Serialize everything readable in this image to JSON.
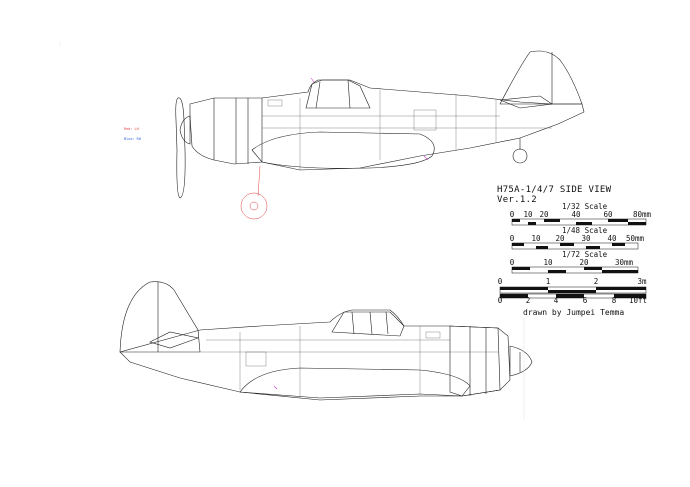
{
  "title": "H75A-1/4/7 SIDE VIEW Ver.1.2",
  "credit": "drawn by  Jumpei Temma",
  "colors": {
    "line": "#1e1e1e",
    "red_notes": "#e04040",
    "blue_notes": "#3060e0",
    "magenta_marks": "#d040d0"
  },
  "notes": {
    "red": "Red: LH",
    "blue": "Blue: RH"
  },
  "scales": [
    {
      "label": "1/32 Scale",
      "ticks": [
        "0",
        "10",
        "20",
        "40",
        "60",
        "80mm"
      ]
    },
    {
      "label": "1/48 Scale",
      "ticks": [
        "0",
        "10",
        "20",
        "30",
        "40",
        "50mm"
      ]
    },
    {
      "label": "1/72 Scale",
      "ticks": [
        "0",
        "10",
        "20",
        "30mm"
      ]
    },
    {
      "label": "",
      "ticks": [
        "0",
        "1",
        "2",
        "3m"
      ]
    },
    {
      "label": "",
      "ticks": [
        "0",
        "2",
        "4",
        "6",
        "8",
        "10ft"
      ]
    }
  ]
}
